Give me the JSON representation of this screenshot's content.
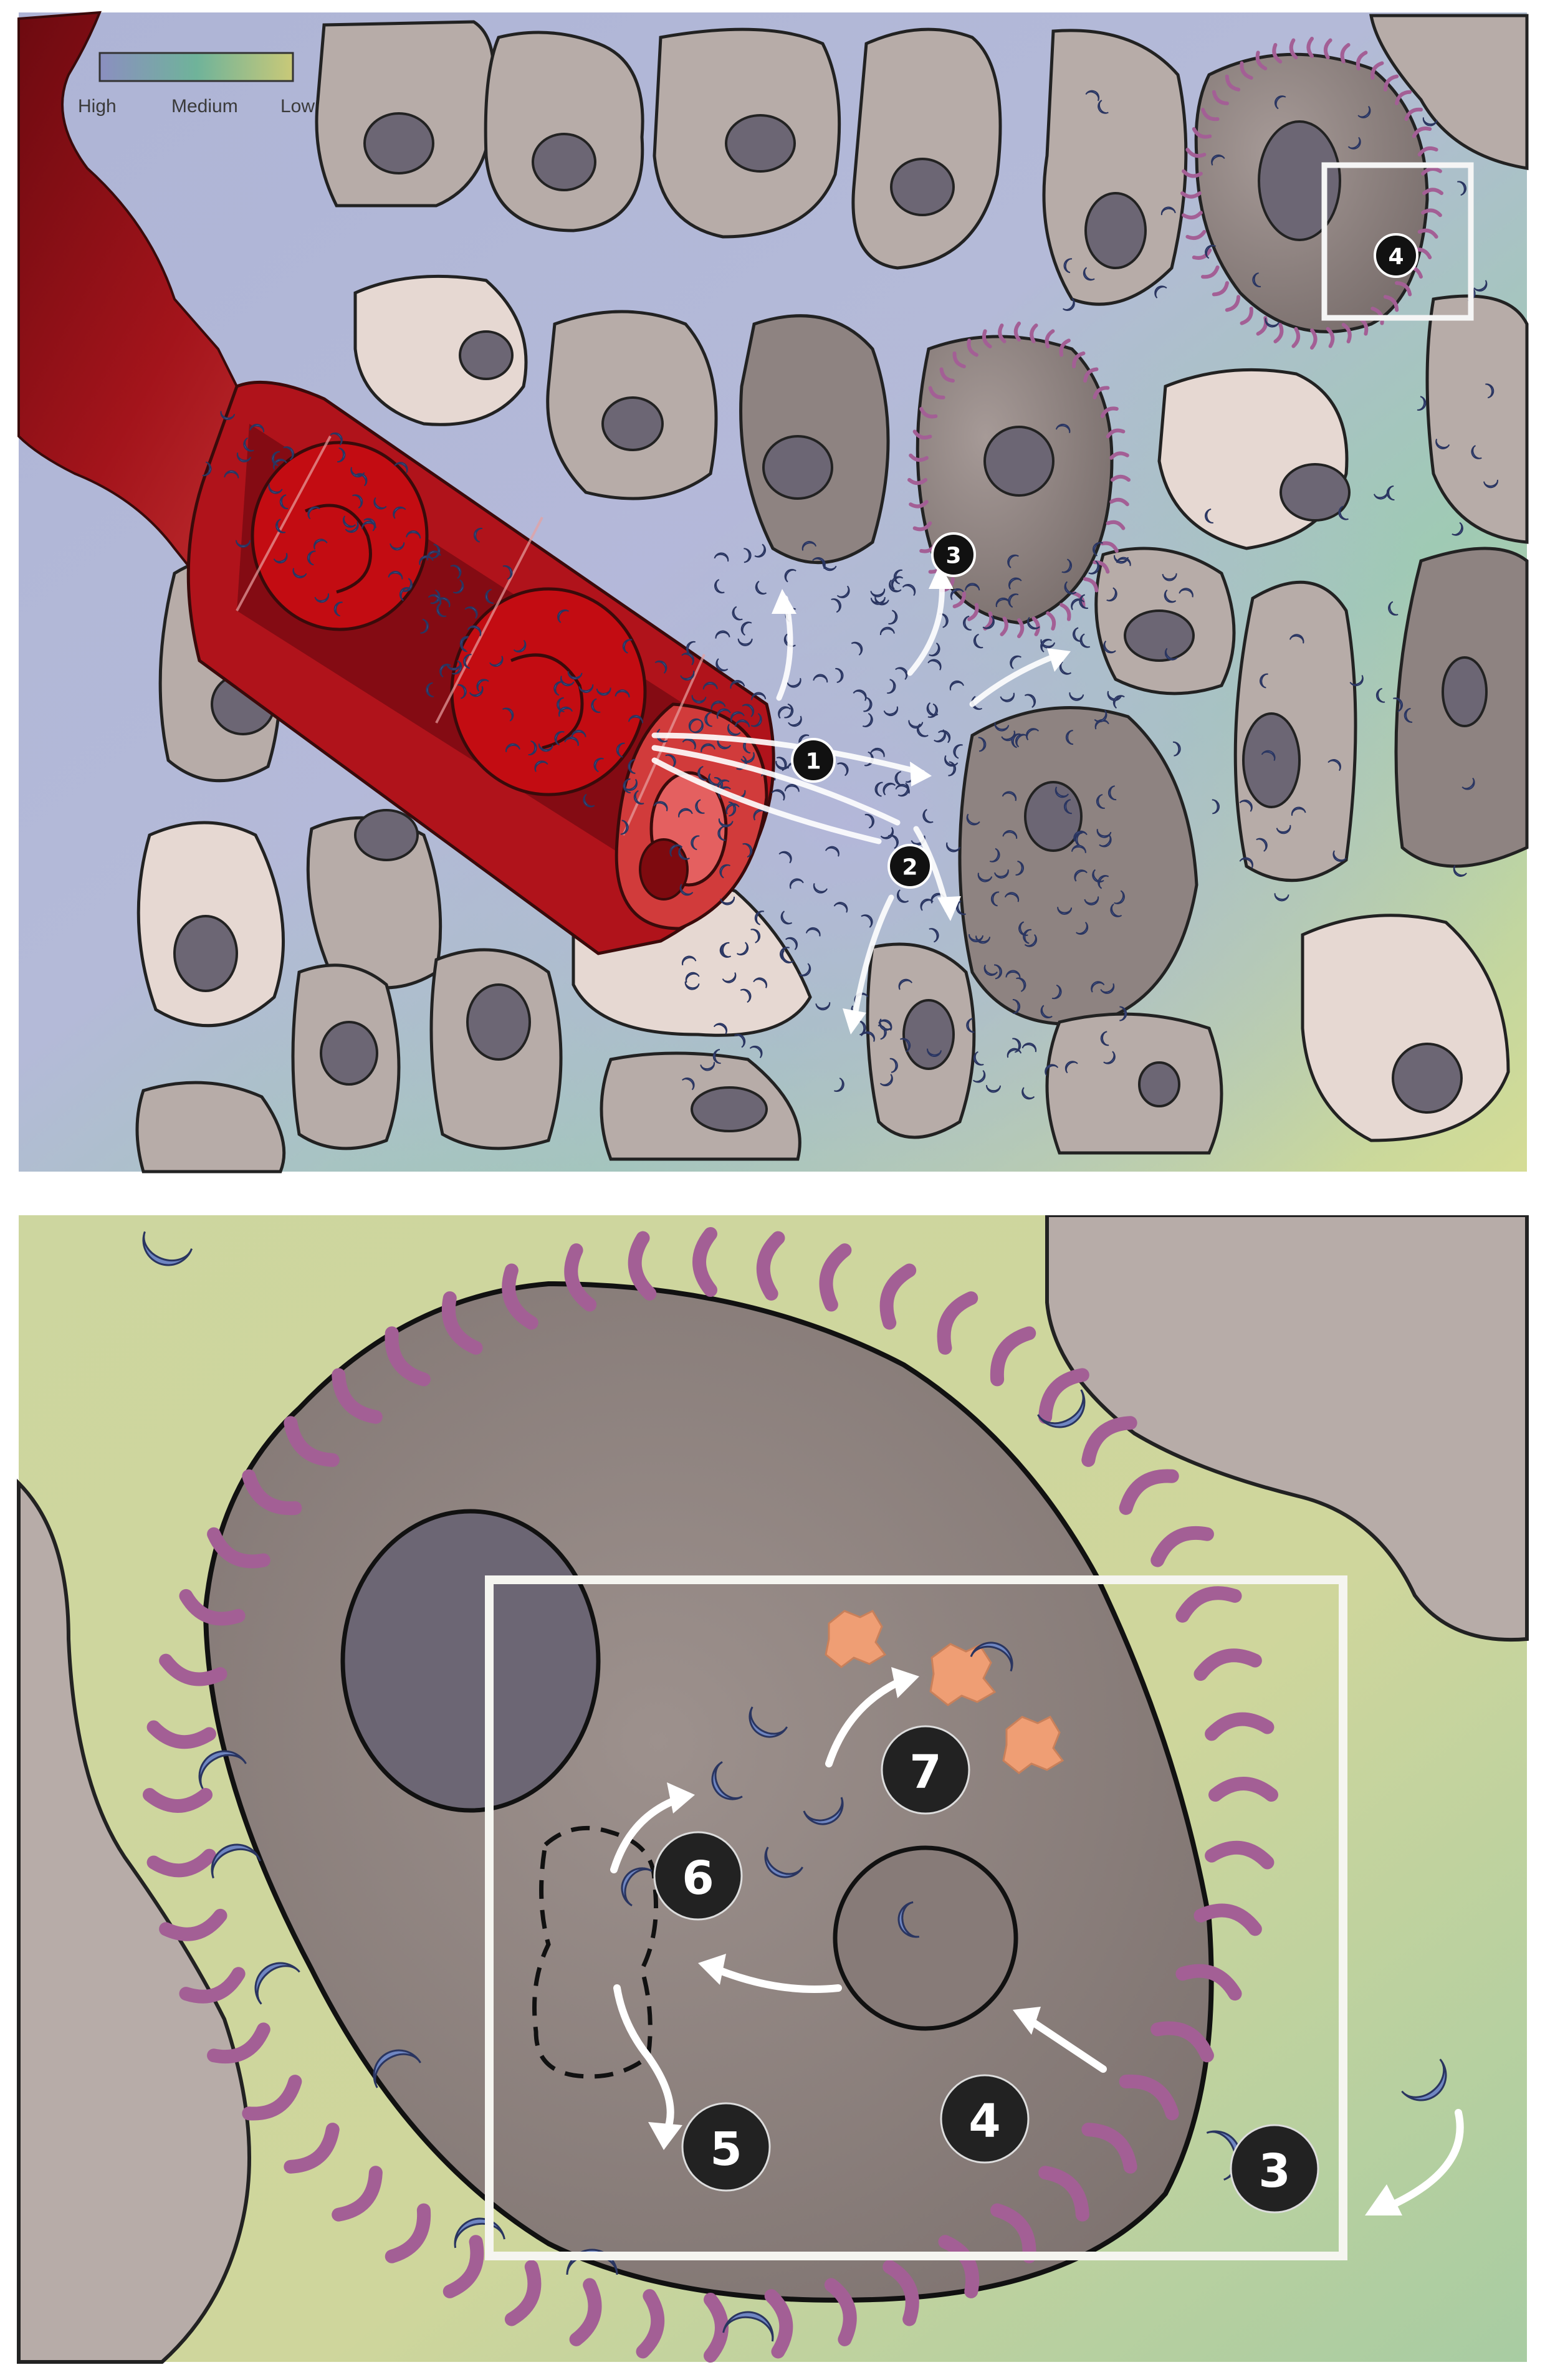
{
  "legend": {
    "labels": [
      "High",
      "Medium",
      "Low"
    ],
    "colors": [
      "#8b8fc0",
      "#6fb39a",
      "#c9c978"
    ]
  },
  "top_panel": {
    "steps": [
      "1",
      "2",
      "3",
      "4"
    ]
  },
  "bottom_panel": {
    "steps": [
      "3",
      "4",
      "5",
      "6",
      "7"
    ]
  },
  "colors": {
    "vessel": "#a3141b",
    "red_cell": "#c30c12",
    "cell_dark": "#8e8381",
    "cell_mid": "#b7aca8",
    "cell_light": "#e6d8d2",
    "nucleus": "#6c6674",
    "ligand": "#6f86c2",
    "receptor": "#a35f95",
    "degraded": "#ef9e74",
    "interstitium": "#c9d59d"
  }
}
